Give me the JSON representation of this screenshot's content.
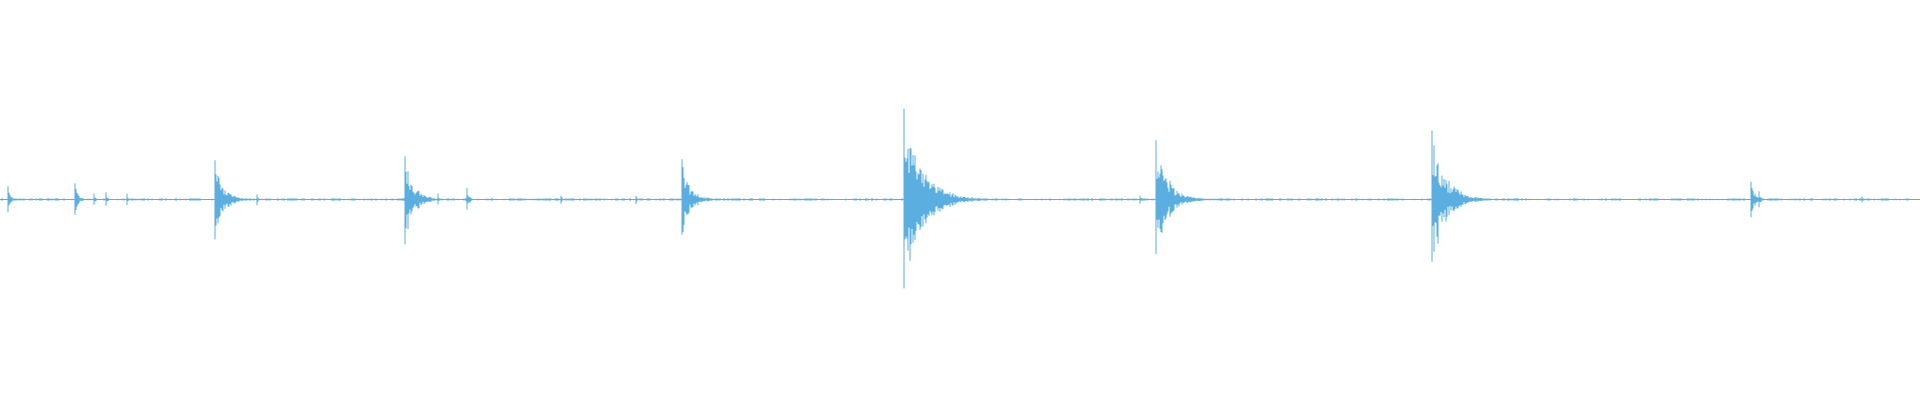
{
  "waveform": {
    "color": "#5aaee0",
    "baseline_color": "#5aaee0",
    "duration_fraction_total": 1.0,
    "transients": [
      {
        "t": 0.004,
        "amp": 0.09
      },
      {
        "t": 0.039,
        "amp": 0.11
      },
      {
        "t": 0.049,
        "amp": 0.04
      },
      {
        "t": 0.055,
        "amp": 0.05
      },
      {
        "t": 0.066,
        "amp": 0.04
      },
      {
        "t": 0.112,
        "amp": 0.29
      },
      {
        "t": 0.119,
        "amp": 0.05
      },
      {
        "t": 0.134,
        "amp": 0.04
      },
      {
        "t": 0.211,
        "amp": 0.3
      },
      {
        "t": 0.215,
        "amp": 0.06
      },
      {
        "t": 0.228,
        "amp": 0.04
      },
      {
        "t": 0.243,
        "amp": 0.08
      },
      {
        "t": 0.292,
        "amp": 0.03
      },
      {
        "t": 0.331,
        "amp": 0.03
      },
      {
        "t": 0.355,
        "amp": 0.28
      },
      {
        "t": 0.361,
        "amp": 0.06
      },
      {
        "t": 0.471,
        "amp": 0.63
      },
      {
        "t": 0.476,
        "amp": 0.09
      },
      {
        "t": 0.488,
        "amp": 0.04
      },
      {
        "t": 0.594,
        "amp": 0.03
      },
      {
        "t": 0.602,
        "amp": 0.41
      },
      {
        "t": 0.61,
        "amp": 0.07
      },
      {
        "t": 0.746,
        "amp": 0.47
      },
      {
        "t": 0.751,
        "amp": 0.09
      },
      {
        "t": 0.761,
        "amp": 0.04
      },
      {
        "t": 0.912,
        "amp": 0.14
      },
      {
        "t": 0.916,
        "amp": 0.06
      },
      {
        "t": 0.97,
        "amp": 0.02
      }
    ]
  }
}
